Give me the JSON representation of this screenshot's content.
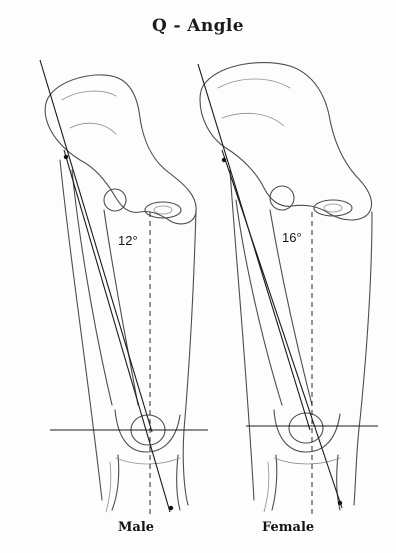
{
  "title": "Q - Angle",
  "angles": {
    "male": "12°",
    "female": "16°"
  },
  "captions": {
    "male": "Male",
    "female": "Female"
  }
}
